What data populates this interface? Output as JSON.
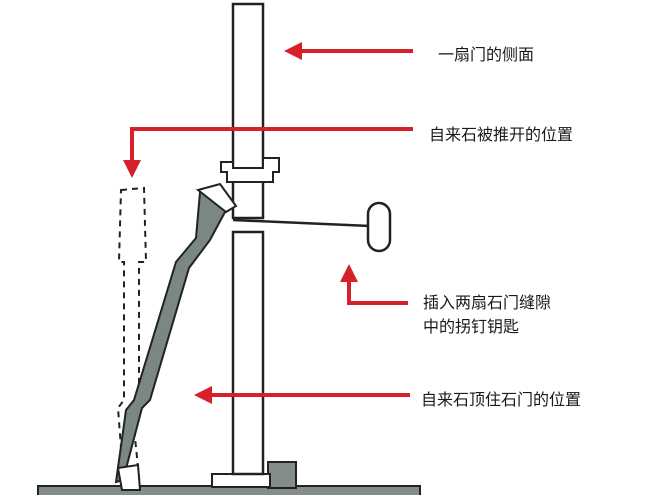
{
  "labels": {
    "door_side": "一扇门的侧面",
    "pushed_position": "自来石被推开的位置",
    "key_line1": "插入两扇石门缝隙",
    "key_line2": "中的拐钉钥匙",
    "prop_position": "自来石顶住石门的位置"
  },
  "colors": {
    "arrow": "#d6202a",
    "stone": "#7b8784",
    "stroke": "#222222",
    "ground": "#838e8b"
  }
}
